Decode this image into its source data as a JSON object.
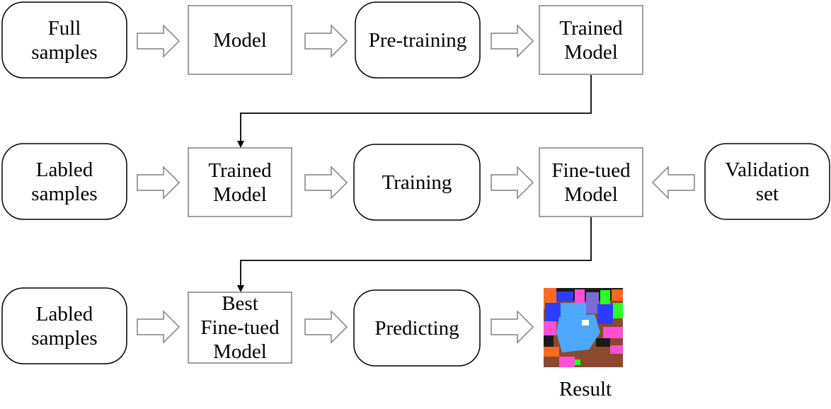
{
  "rows": [
    {
      "nodes": [
        {
          "label": "Full\nsamples",
          "shape": "rounded"
        },
        {
          "label": "Model",
          "shape": "rect"
        },
        {
          "label": "Pre-training",
          "shape": "rounded"
        },
        {
          "label": "Trained\nModel",
          "shape": "rect"
        }
      ]
    },
    {
      "nodes": [
        {
          "label": "Labled\nsamples",
          "shape": "rounded"
        },
        {
          "label": "Trained\nModel",
          "shape": "rect"
        },
        {
          "label": "Training",
          "shape": "rounded"
        },
        {
          "label": "Fine-tued\nModel",
          "shape": "rect"
        },
        {
          "label": "Validation\nset",
          "shape": "rounded"
        }
      ]
    },
    {
      "nodes": [
        {
          "label": "Labled\nsamples",
          "shape": "rounded"
        },
        {
          "label": "Best\nFine-tued\nModel",
          "shape": "rect"
        },
        {
          "label": "Predicting",
          "shape": "rounded"
        }
      ]
    }
  ],
  "result": {
    "caption": "Result"
  },
  "colors": {
    "stroke": "#000000",
    "rect_stroke": "#808080",
    "arrow_stroke": "#808080",
    "result_palette": [
      "#1a1a1a",
      "#ff6a1f",
      "#4fa8ff",
      "#8b4a2b",
      "#ff4fd8",
      "#2f3cff",
      "#2bff2b",
      "#7a6ad8",
      "#ffffff"
    ]
  }
}
